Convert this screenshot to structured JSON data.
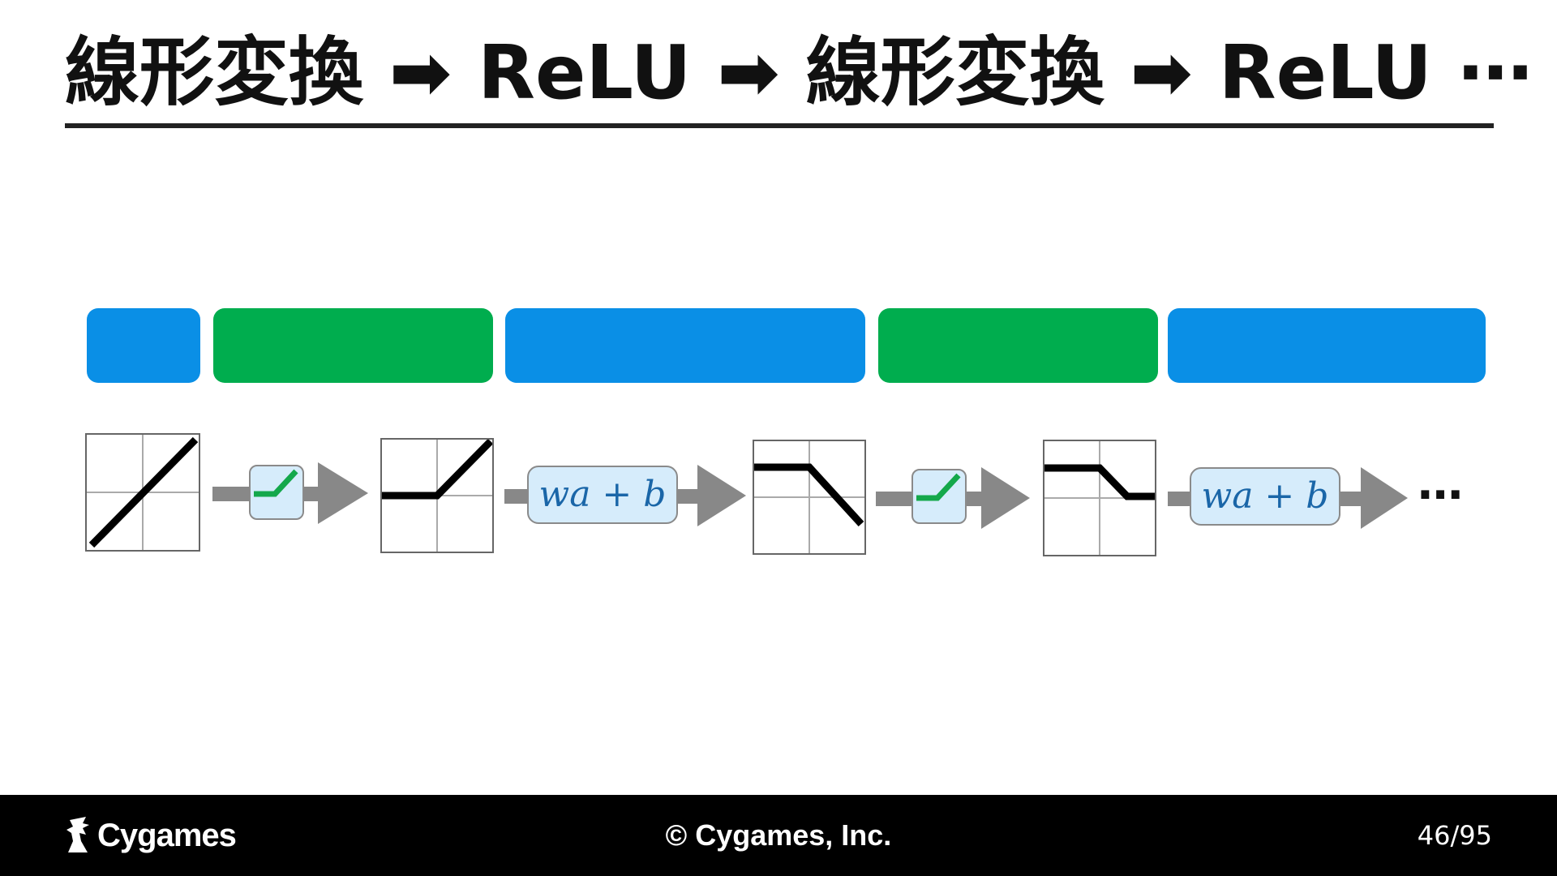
{
  "slide": {
    "title": "線形変換 ➡ ReLU ➡ 線形変換 ➡ ReLU ⋯"
  },
  "colors": {
    "linear_bar": "#0a8fe6",
    "relu_bar": "#00ad4e",
    "formula_text": "#1a66a8",
    "formula_fill": "#d6ecfb",
    "arrow": "#888888",
    "relu_icon_line": "#14a84b"
  },
  "diagram": {
    "stage_bars": [
      {
        "kind": "linear"
      },
      {
        "kind": "relu"
      },
      {
        "kind": "linear"
      },
      {
        "kind": "relu"
      },
      {
        "kind": "linear"
      }
    ],
    "function_panels": [
      {
        "shape": "identity"
      },
      {
        "shape": "relu"
      },
      {
        "shape": "flat-then-descending"
      },
      {
        "shape": "flat-descend-flat"
      }
    ],
    "connectors": [
      {
        "kind": "relu",
        "icon": "relu-icon"
      },
      {
        "kind": "linear",
        "formula": "wa + b"
      },
      {
        "kind": "relu",
        "icon": "relu-icon"
      },
      {
        "kind": "linear",
        "formula": "wa + b"
      }
    ],
    "trailing_ellipsis": "⋯"
  },
  "footer": {
    "logo_text": "Cygames",
    "copyright": "© Cygames, Inc.",
    "page_number": "46/95"
  }
}
